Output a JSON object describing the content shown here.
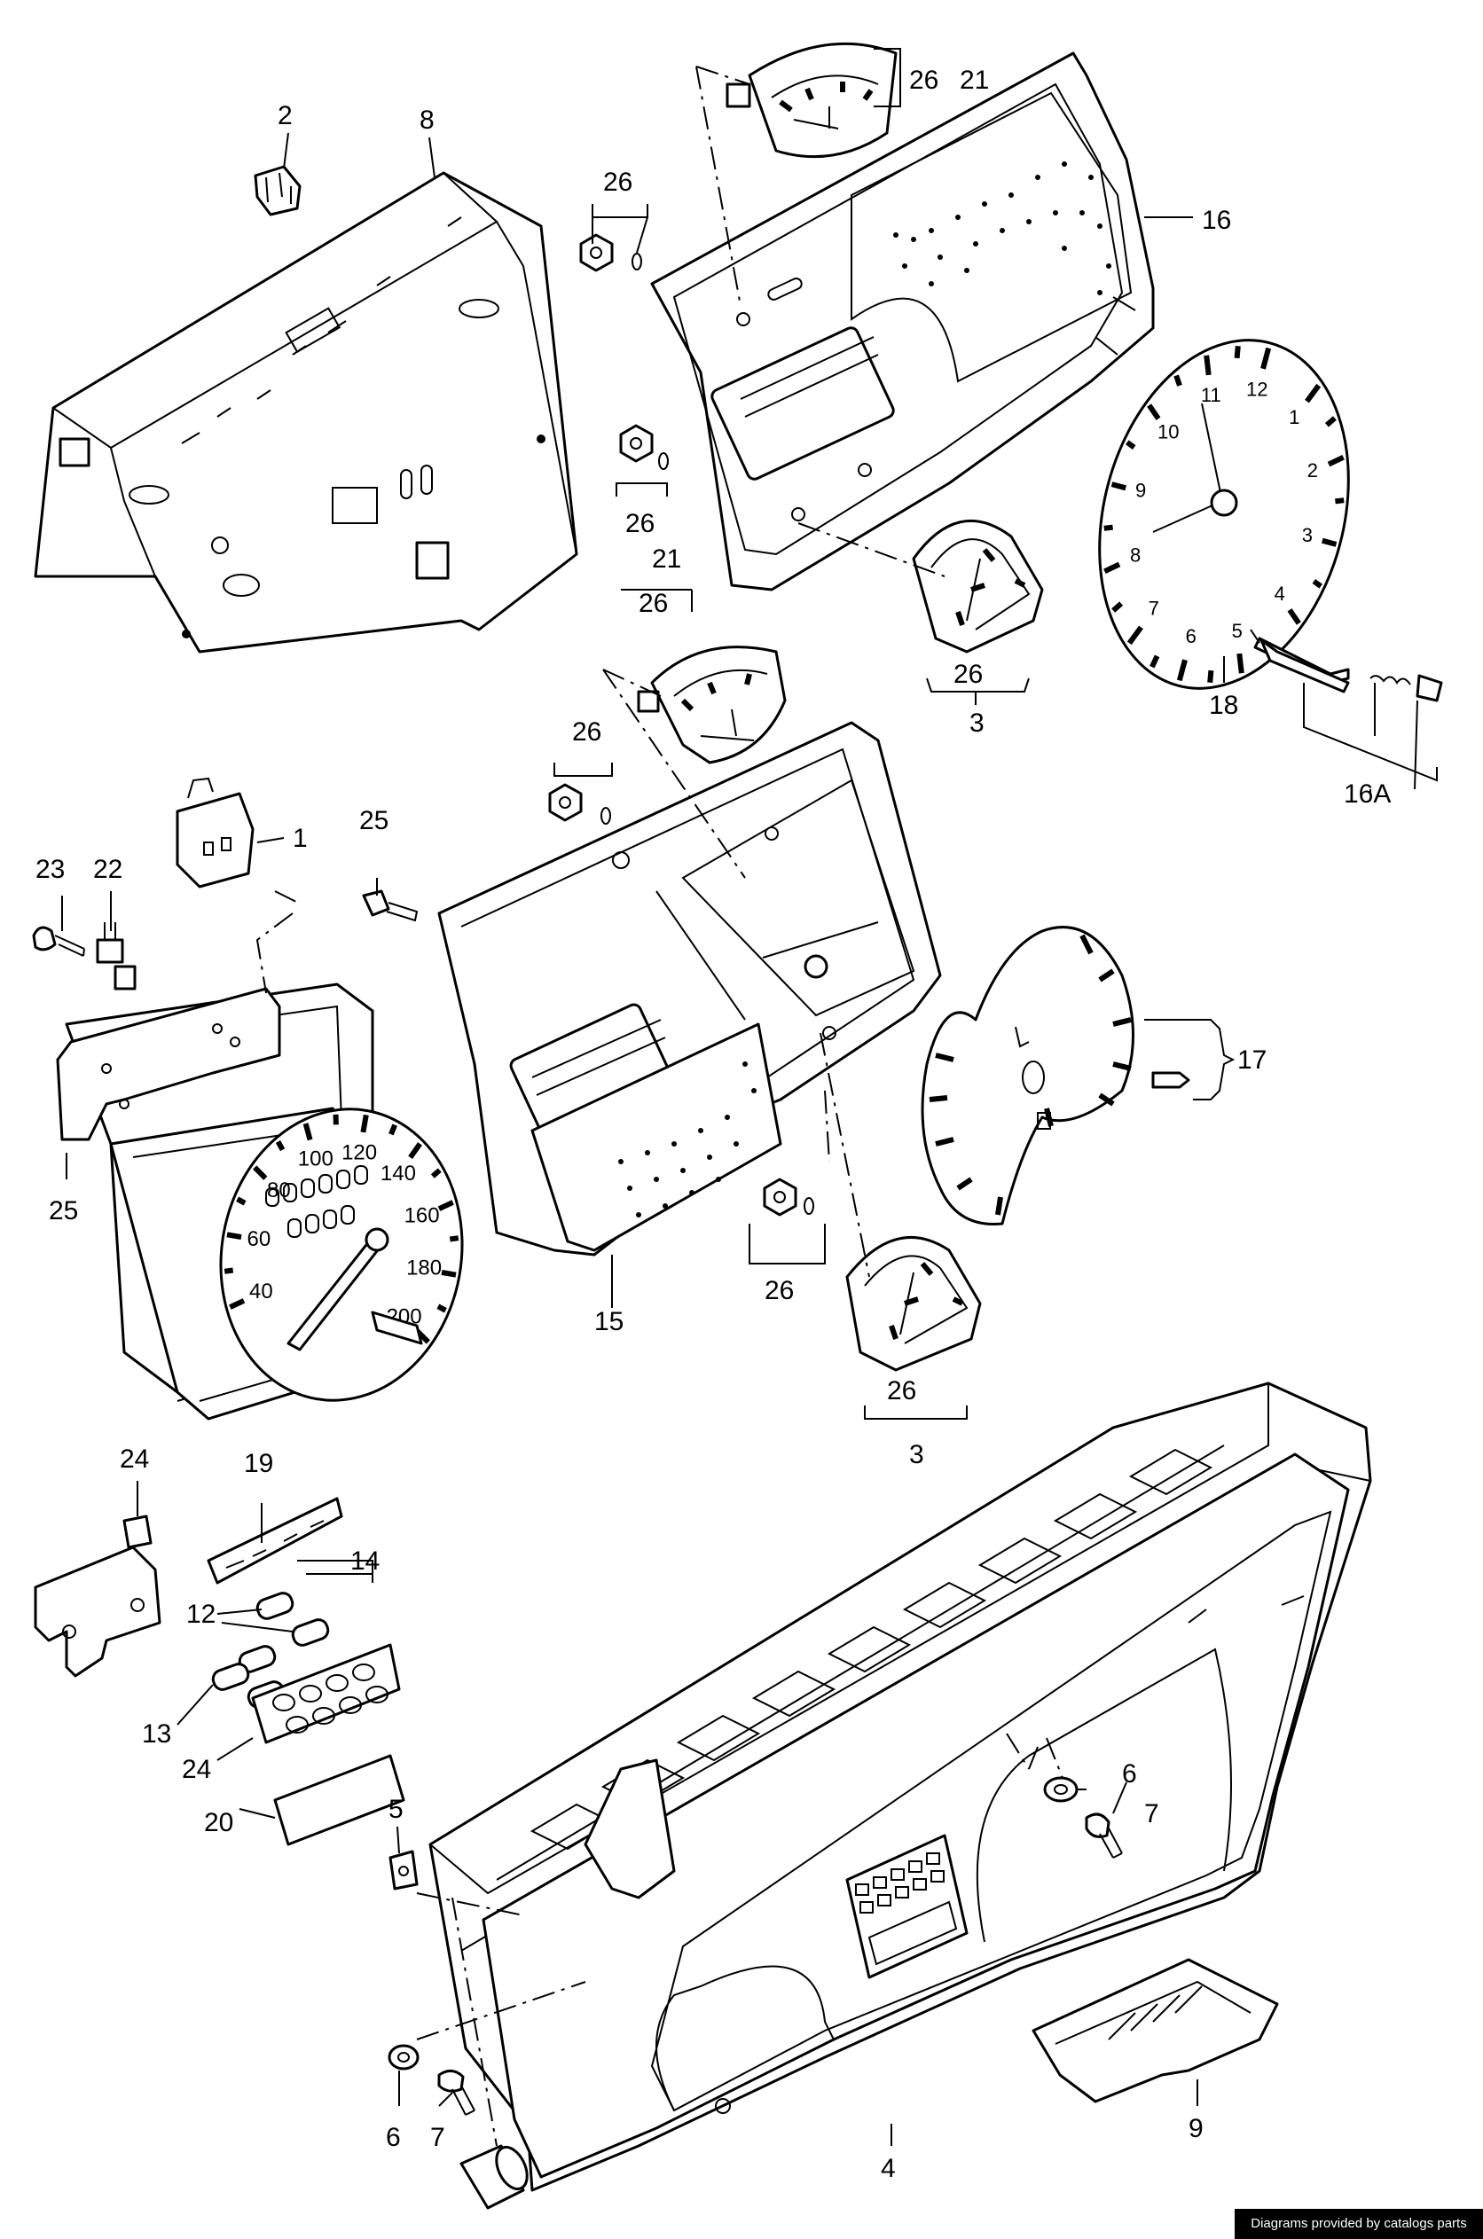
{
  "labels": {
    "l1": "1",
    "l2": "2",
    "l3a": "3",
    "l3b": "3",
    "l4": "4",
    "l5": "5",
    "l6a": "6",
    "l6b": "6",
    "l7a": "7",
    "l7b": "7",
    "l8": "8",
    "l9": "9",
    "l12": "12",
    "l13": "13",
    "l14": "14",
    "l15": "15",
    "l16": "16",
    "l16a": "16A",
    "l17": "17",
    "l18": "18",
    "l19": "19",
    "l20": "20",
    "l21a": "21",
    "l21b": "21",
    "l22": "22",
    "l23": "23",
    "l24a": "24",
    "l24b": "24",
    "l25a": "25",
    "l25b": "25",
    "l26a": "26",
    "l26b": "26",
    "l26c": "26",
    "l26d": "26",
    "l26e": "26",
    "l26f": "26",
    "l26g": "26",
    "l26h": "26"
  },
  "speedometer_numbers": [
    "40",
    "60",
    "80",
    "100",
    "120",
    "140",
    "160",
    "180",
    "200"
  ],
  "clock_numbers": [
    "1",
    "2",
    "3",
    "4",
    "5",
    "6",
    "7",
    "8",
    "9",
    "10",
    "11",
    "12"
  ],
  "credit": "Diagrams provided by catalogs parts"
}
